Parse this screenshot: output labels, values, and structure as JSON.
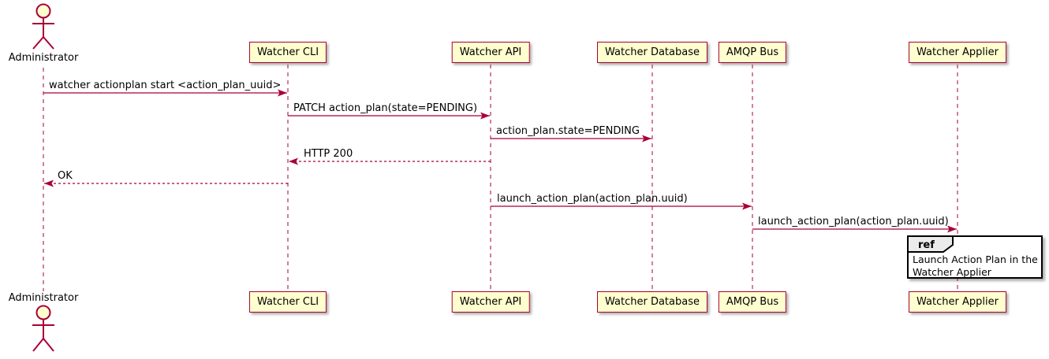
{
  "diagram": {
    "type": "sequence",
    "actor": {
      "name": "Administrator"
    },
    "participants": [
      {
        "name": "Watcher CLI"
      },
      {
        "name": "Watcher API"
      },
      {
        "name": "Watcher Database"
      },
      {
        "name": "AMQP Bus"
      },
      {
        "name": "Watcher Applier"
      }
    ],
    "messages": [
      {
        "label": "watcher actionplan start <action_plan_uuid>",
        "from": "Administrator",
        "to": "Watcher CLI",
        "style": "solid"
      },
      {
        "label": "PATCH action_plan(state=PENDING)",
        "from": "Watcher CLI",
        "to": "Watcher API",
        "style": "solid"
      },
      {
        "label": "action_plan.state=PENDING",
        "from": "Watcher API",
        "to": "Watcher Database",
        "style": "solid"
      },
      {
        "label": "HTTP 200",
        "from": "Watcher API",
        "to": "Watcher CLI",
        "style": "dashed"
      },
      {
        "label": "OK",
        "from": "Watcher CLI",
        "to": "Administrator",
        "style": "dashed"
      },
      {
        "label": "launch_action_plan(action_plan.uuid)",
        "from": "Watcher API",
        "to": "AMQP Bus",
        "style": "solid"
      },
      {
        "label": "launch_action_plan(action_plan.uuid)",
        "from": "AMQP Bus",
        "to": "Watcher Applier",
        "style": "solid"
      }
    ],
    "ref": {
      "keyword": "ref",
      "lines": [
        "Launch Action Plan in the",
        "Watcher Applier"
      ]
    },
    "colors": {
      "line": "#A80036",
      "box_fill": "#FEFECE",
      "ref_label_fill": "#EBEBEB",
      "text": "#000000"
    }
  }
}
